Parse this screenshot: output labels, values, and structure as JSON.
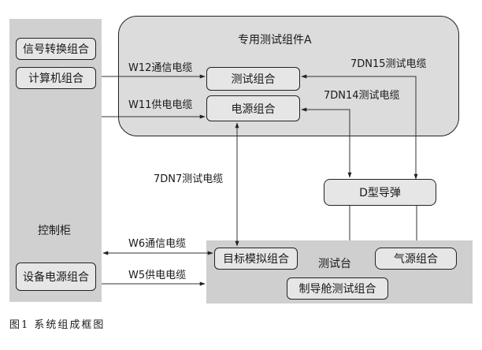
{
  "cabinet": {
    "title": "控制柜",
    "boxes": {
      "signal_conversion": "信号转换组合",
      "computer": "计算机组合",
      "power_supply": "设备电源组合"
    }
  },
  "group_a": {
    "title": "专用测试组件A",
    "test_unit": "测试组合",
    "power_unit": "电源组合"
  },
  "missile": "D型导弹",
  "testbed": {
    "title": "测试台",
    "target_sim": "目标模拟组合",
    "gas_source": "气源组合",
    "guidance_test": "制导舱测试组合"
  },
  "cables": {
    "w12": "W12通信电缆",
    "w11": "W11供电电缆",
    "dn15": "7DN15测试电缆",
    "dn14": "7DN14测试电缆",
    "dn7": "7DN7测试电缆",
    "w6": "W6通信电缆",
    "w5": "W5供电电缆"
  },
  "caption": "图1  系统组成框图"
}
